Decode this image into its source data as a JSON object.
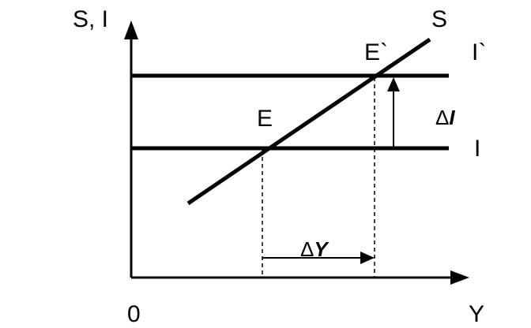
{
  "diagram": {
    "axes": {
      "y_label": "S, I",
      "x_label": "Y",
      "origin_label": "0"
    },
    "curves": {
      "saving_label": "S",
      "investment_label": "I",
      "new_investment_label": "I`"
    },
    "points": {
      "initial_label": "E",
      "new_label": "E`"
    },
    "changes": {
      "delta_symbol": "Δ",
      "investment_change_var": "I",
      "output_change_var": "Y"
    },
    "colors": {
      "ink": "#000000",
      "background": "#ffffff"
    }
  }
}
